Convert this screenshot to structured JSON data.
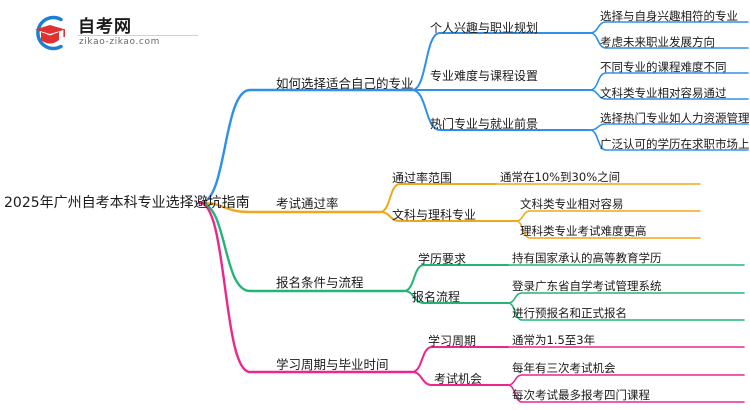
{
  "logo": {
    "brand_cn": "自考网",
    "brand_en": "zikao-zikao.com",
    "mark_name": "graduation-cap-logo",
    "arc_color": "#1b7fd4",
    "cap_color": "#e03030"
  },
  "mindmap": {
    "root": {
      "label": "2025年广州自考本科专业选择避坑指南"
    },
    "colors": {
      "branch1": "#2f90ea",
      "branch2": "#f0a71c",
      "branch3": "#22b573",
      "branch4": "#ec268f"
    },
    "branches": [
      {
        "label": "如何选择适合自己的专业",
        "color": "#2f90ea",
        "children": [
          {
            "label": "个人兴趣与职业规划",
            "leaves": [
              "选择与自身兴趣相符的专业",
              "考虑未来职业发展方向"
            ]
          },
          {
            "label": "专业难度与课程设置",
            "leaves": [
              "不同专业的课程难度不同",
              "文科类专业相对容易通过"
            ]
          },
          {
            "label": "热门专业与就业前景",
            "leaves": [
              "选择热门专业如人力资源管理",
              "广泛认可的学历在求职市场上"
            ]
          }
        ]
      },
      {
        "label": "考试通过率",
        "color": "#f0a71c",
        "children": [
          {
            "label": "通过率范围",
            "leaves": [
              "通常在10%到30%之间"
            ]
          },
          {
            "label": "文科与理科专业",
            "leaves": [
              "文科类专业相对容易",
              "理科类专业考试难度更高"
            ]
          }
        ]
      },
      {
        "label": "报名条件与流程",
        "color": "#22b573",
        "children": [
          {
            "label": "学历要求",
            "leaves": [
              "持有国家承认的高等教育学历"
            ]
          },
          {
            "label": "报名流程",
            "leaves": [
              "登录广东省自学考试管理系统",
              "进行预报名和正式报名"
            ]
          }
        ]
      },
      {
        "label": "学习周期与毕业时间",
        "color": "#ec268f",
        "children": [
          {
            "label": "学习周期",
            "leaves": [
              "通常为1.5至3年"
            ]
          },
          {
            "label": "考试机会",
            "leaves": [
              "每年有三次考试机会",
              "每次考试最多报考四门课程"
            ]
          }
        ]
      }
    ]
  }
}
